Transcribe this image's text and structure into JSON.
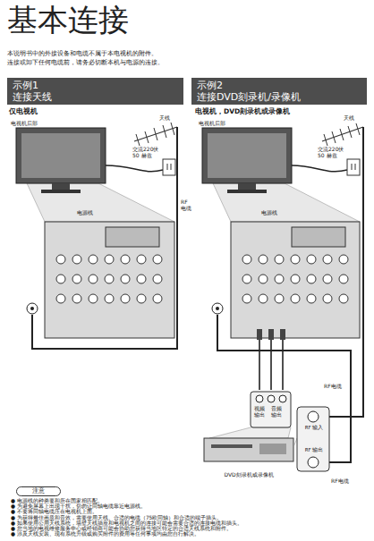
{
  "diagram": {
    "title": "基本连接",
    "nodes": [
      {
        "text": [
          "示例1",
          "连接天线"
        ]
      },
      {
        "text": [
          "示例2",
          "连接DVD刻录机/录像机"
        ]
      },
      {
        "text": [
          "DVD刻录机或录像机"
        ]
      },
      {
        "text": [
          "注意"
        ]
      }
    ],
    "labels": [
      "本说明书中的外接设备和电缆不属于本电视机的附件。",
      "连接或卸下任何电缆前，请务必切断本机与电源的连接。",
      "仅电视机",
      "电视机后部",
      "天线",
      "交流220伏 50 赫兹",
      "RF 电缆",
      "电源线",
      "电视机，DVD刻录机或录像机",
      "电视机后部",
      "天线",
      "交流220伏 50 赫兹",
      "电源线",
      "视频输出",
      "音频输出",
      "RF电缆",
      "RF 输入",
      "RF 输出",
      "RF电缆",
      "● 电源线的种类要和所在国家相匹配。",
      "● 为避免屏幕上出现干扰，切勿让同轴电缆靠近电源线。",
      "● 不要将同轴电缆压在电视机上面。",
      "● 为获得最佳画质和音效，需要使用天线、合适的电缆（75欧同轴）和合适的端子插头。",
      "● 如果使用公用天线系统，墙壁天线插座和电视机之间的连接可能会需要合适的连接电缆和插头。",
      "● 您当地的电视维修服务中心或经销商可能会协助您获得当地区特定的合适天线系统和附件。",
      "● 涉及天线安装、现有系统升级或购买附件的费用等任何事项均由您自行解决。"
    ]
  }
}
